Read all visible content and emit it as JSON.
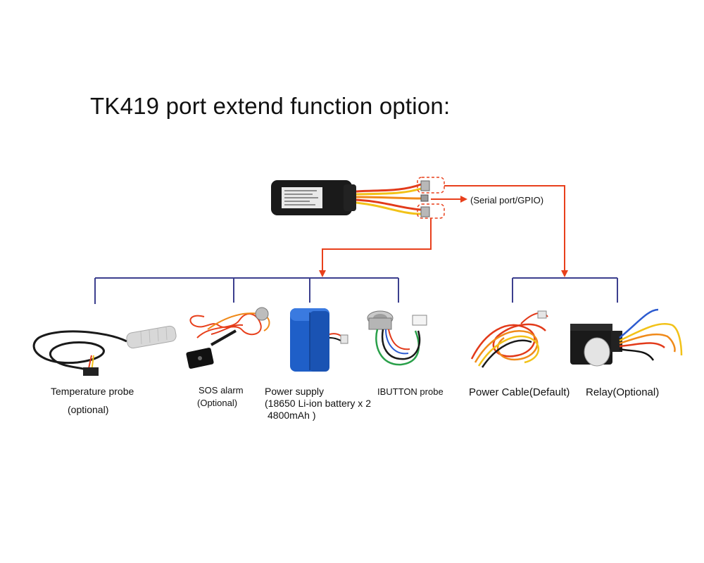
{
  "title": "TK419 port extend function option:",
  "colors": {
    "connector_arrow": "#e8401c",
    "tree_line": "#3c3f8e",
    "device_body": "#1a1a1a",
    "battery": "#1f5fc8",
    "wire_red": "#e23a1a",
    "wire_orange": "#f08a1a",
    "wire_yellow": "#f2c218"
  },
  "ports": {
    "serial_label": "(Serial port/GPIO)"
  },
  "accessories": {
    "temperature_probe": {
      "line1": "Temperature probe",
      "line2": "(optional)",
      "icon": "temperature-probe-icon"
    },
    "sos_alarm": {
      "line1": "SOS alarm",
      "line2": "(Optional)",
      "icon": "sos-button-icon"
    },
    "power_supply": {
      "line1": "Power supply",
      "line2": "(18650 Li-ion battery x 2",
      "line3": "4800mAh )",
      "icon": "battery-icon"
    },
    "ibutton_probe": {
      "line1": "IBUTTON probe",
      "icon": "ibutton-icon"
    },
    "power_cable": {
      "line1": "Power Cable(Default)",
      "icon": "power-cable-icon"
    },
    "relay": {
      "line1": "Relay(Optional)",
      "icon": "relay-icon"
    }
  }
}
